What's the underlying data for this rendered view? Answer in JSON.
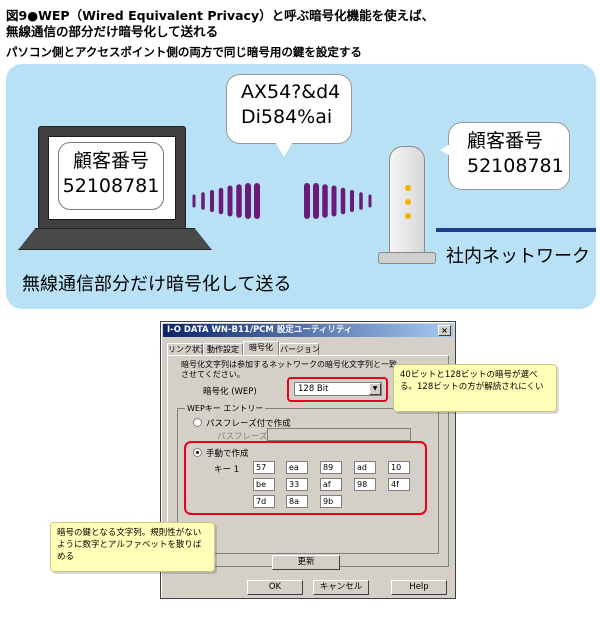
{
  "caption": {
    "title_line1": "図9●WEP（Wired Equivalent Privacy）と呼ぶ暗号化機能を使えば、",
    "title_line2": "無線通信の部分だけ暗号化して送れる",
    "subtitle": "パソコン側とアクセスポイント側の両方で同じ暗号用の鍵を設定する"
  },
  "illustration": {
    "laptop_bubble": {
      "line1": "顧客番号",
      "line2": "52108781"
    },
    "encrypted_bubble": {
      "line1": "AX54?&d4",
      "line2": "Di584%ai"
    },
    "ap_bubble": {
      "line1": "顧客番号",
      "line2": "52108781"
    },
    "network_label": "社内ネットワーク",
    "bottom_caption": "無線通信部分だけ暗号化して送る"
  },
  "dialog": {
    "title": "I-O DATA WN-B11/PCM 設定ユーティリティ",
    "close_glyph": "×",
    "tabs": [
      {
        "label": "リンク状況"
      },
      {
        "label": "動作設定"
      },
      {
        "label": "暗号化"
      },
      {
        "label": "バージョン"
      }
    ],
    "active_tab_index": 2,
    "description": "暗号化文字列は参加するネットワークの暗号化文字列と一致させてください。",
    "encryption_label": "暗号化 (WEP)",
    "encryption_value": "128 Bit",
    "wep_group_label": "WEPキー エントリー",
    "passphrase_radio_label": "パスフレーズ付で作成",
    "passphrase_field_label": "パスフレーズ",
    "manual_radio_label": "手動で作成",
    "manual_selected": true,
    "key_label": "キー 1",
    "keys": [
      "57",
      "ea",
      "89",
      "ad",
      "10",
      "be",
      "33",
      "af",
      "98",
      "4f",
      "7d",
      "8a",
      "9b"
    ],
    "update_button": "更新",
    "ok_button": "OK",
    "cancel_button": "キャンセル",
    "help_button": "Help"
  },
  "callouts": {
    "bits": "40ビットと128ビットの暗号が選べる。128ビットの方が解読されにくい",
    "key_string": "暗号の鍵となる文字列。規則性がないように数字とアルファベットを散りばめる"
  },
  "colors": {
    "panel_bg": "#b8e1f5",
    "highlight": "#e8001c",
    "callout_bg": "#ffffb8",
    "network_line": "#1c3f8c",
    "wave": "#6a1b7a"
  }
}
